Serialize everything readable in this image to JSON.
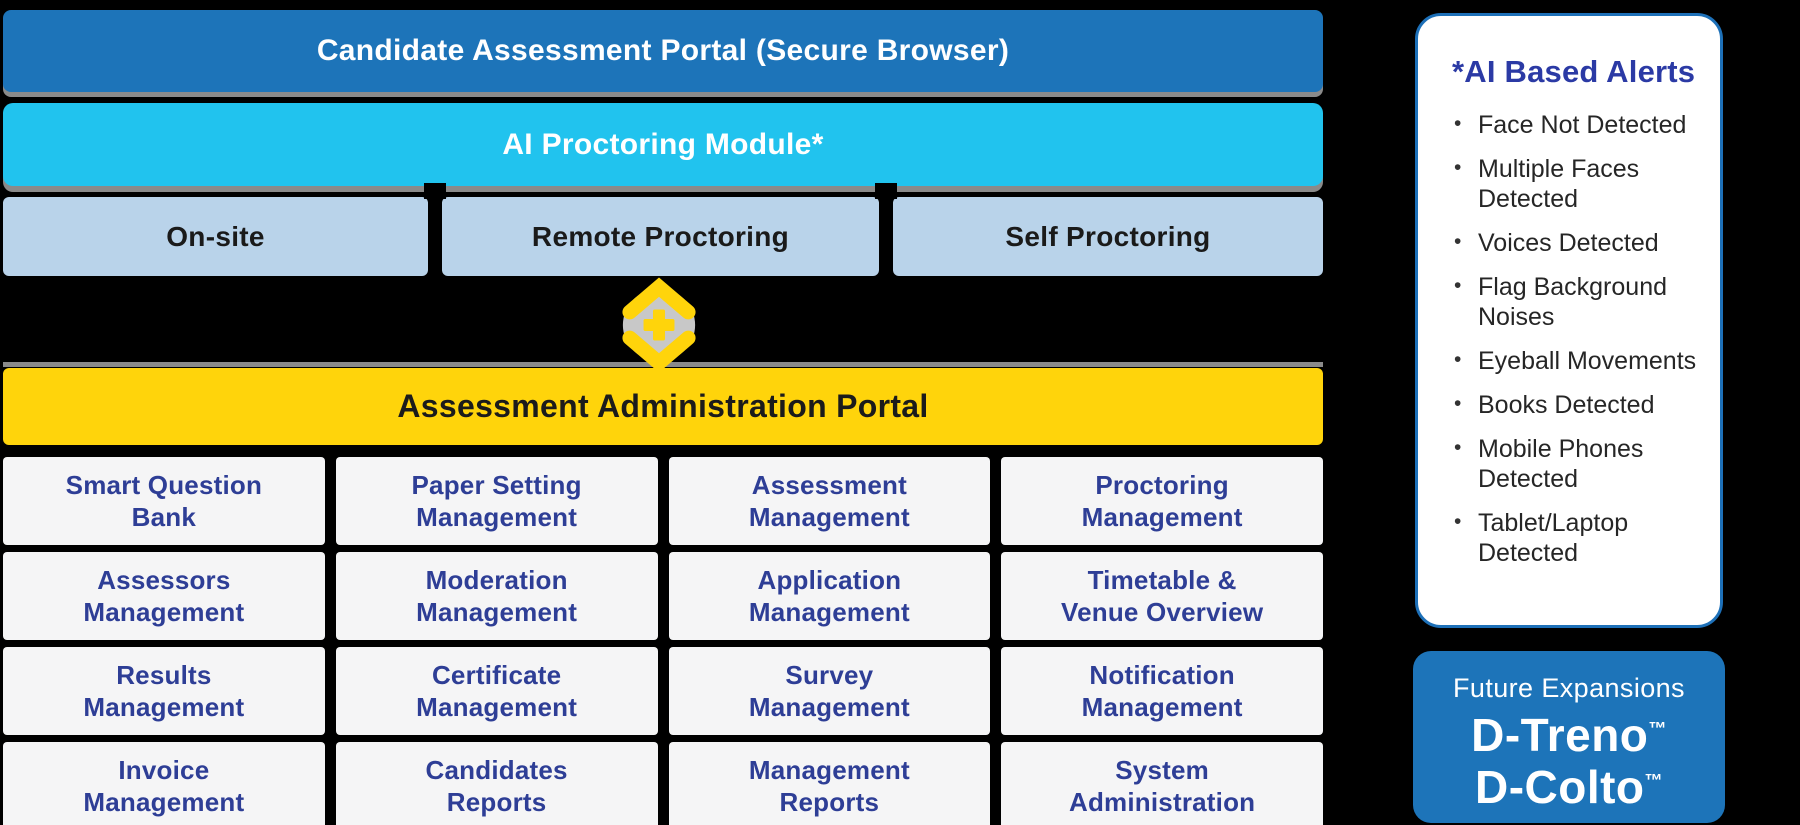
{
  "diagram": {
    "candidate_portal_bar": "Candidate Assessment Portal (Secure Browser)",
    "ai_module_bar": "AI Proctoring Module*",
    "proctoring_modes": [
      "On-site",
      "Remote Proctoring",
      "Self Proctoring"
    ],
    "admin_portal_bar": "Assessment Administration Portal",
    "modules": [
      "Smart Question Bank",
      "Paper Setting Management",
      "Assessment Management",
      "Proctoring Management",
      "Assessors Management",
      "Moderation Management",
      "Application Management",
      "Timetable & Venue Overview",
      "Results Management",
      "Certificate Management",
      "Survey Management",
      "Notification Management",
      "Invoice Management",
      "Candidates Reports",
      "Management Reports",
      "System Administration"
    ]
  },
  "alerts": {
    "title": "*AI Based Alerts",
    "items": [
      "Face Not Detected",
      "Multiple Faces Detected",
      "Voices Detected",
      "Flag Background Noises",
      "Eyeball Movements",
      "Books Detected",
      "Mobile Phones Detected",
      "Tablet/Laptop Detected"
    ]
  },
  "future": {
    "label": "Future Expansions",
    "products": [
      {
        "name": "D-Treno",
        "tm": "™"
      },
      {
        "name": "D-Colto",
        "tm": "™"
      }
    ]
  },
  "icons": {
    "diamond_plus": "diamond-plus-logo"
  },
  "colors": {
    "primary_blue": "#1d74b9",
    "cyan": "#21c3ee",
    "light_blue": "#b9d3ea",
    "yellow": "#ffd40b",
    "navy_text": "#2e3e96",
    "card_border_blue": "#1d70b8",
    "gray_connector": "#8a8a8a",
    "background": "#000000"
  }
}
